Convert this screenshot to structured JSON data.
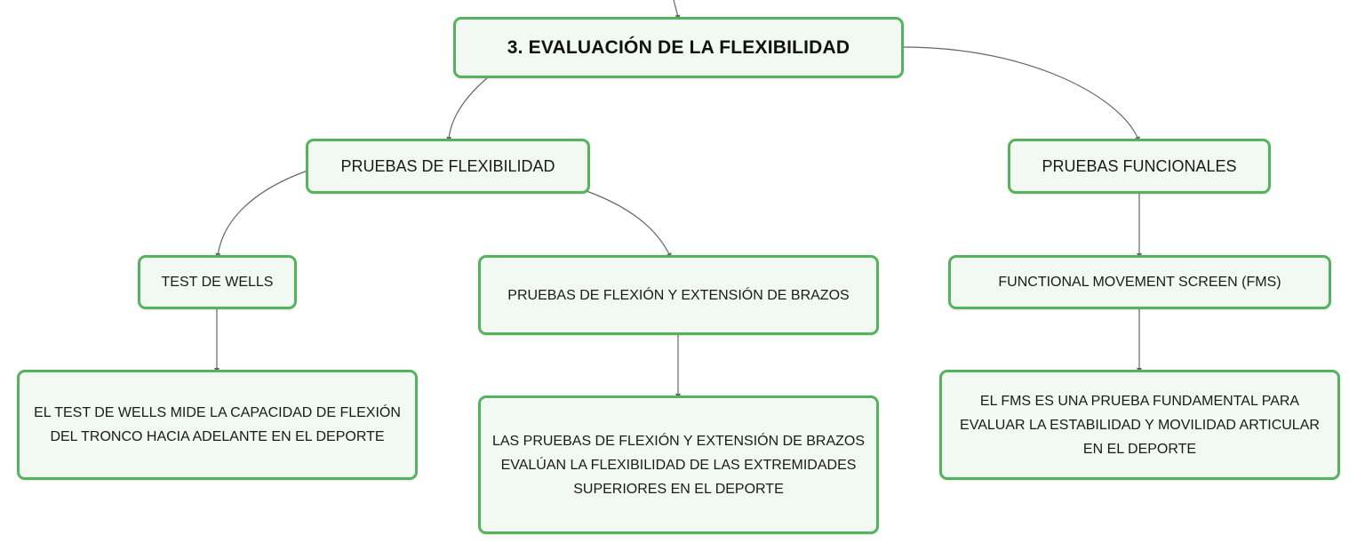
{
  "colors": {
    "node_border": "#55b25d",
    "node_fill": "#f2f9f2",
    "connector": "#666666",
    "text": "#1a1a1a"
  },
  "mindmap": {
    "root": {
      "text": "3. EVALUACIÓN DE LA FLEXIBILIDAD"
    },
    "branches": [
      {
        "text": "PRUEBAS DE FLEXIBILIDAD",
        "children": [
          {
            "text": "TEST DE WELLS",
            "detail": "EL TEST DE WELLS MIDE LA CAPACIDAD DE FLEXIÓN DEL TRONCO HACIA ADELANTE EN EL DEPORTE"
          },
          {
            "text": "PRUEBAS DE FLEXIÓN Y EXTENSIÓN DE BRAZOS",
            "detail": "LAS PRUEBAS DE FLEXIÓN Y EXTENSIÓN DE BRAZOS EVALÚAN LA FLEXIBILIDAD DE LAS EXTREMIDADES SUPERIORES EN EL DEPORTE"
          }
        ]
      },
      {
        "text": "PRUEBAS FUNCIONALES",
        "children": [
          {
            "text": "FUNCTIONAL MOVEMENT SCREEN (FMS)",
            "detail": "EL FMS ES UNA PRUEBA FUNDAMENTAL PARA EVALUAR LA ESTABILIDAD Y MOVILIDAD ARTICULAR EN EL DEPORTE"
          }
        ]
      }
    ]
  }
}
